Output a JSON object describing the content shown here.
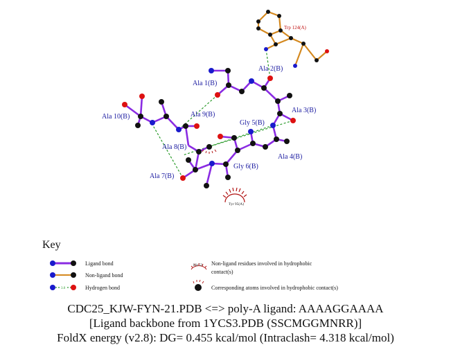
{
  "residue_labels": [
    {
      "id": "ala1",
      "text": "Ala 1(B)"
    },
    {
      "id": "ala2",
      "text": "Ala 2(B)"
    },
    {
      "id": "ala3",
      "text": "Ala 3(B)"
    },
    {
      "id": "ala4",
      "text": "Ala 4(B)"
    },
    {
      "id": "gly5",
      "text": "Gly 5(B)"
    },
    {
      "id": "gly6",
      "text": "Gly 6(B)"
    },
    {
      "id": "ala7",
      "text": "Ala 7(B)"
    },
    {
      "id": "ala8",
      "text": "Ala 8(B)"
    },
    {
      "id": "ala9",
      "text": "Ala 9(B)"
    },
    {
      "id": "ala10",
      "text": "Ala 10(B)"
    }
  ],
  "trp_label": "Trp 124(A)",
  "tyr_label": "Tyr 95(A)",
  "key": {
    "title": "Key",
    "ligand_bond": "Ligand bond",
    "nonligand_bond": "Non-ligand bond",
    "hydrogen_bond": "Hydrogen bond",
    "hbond_distance": "3.0",
    "his_example": "His 53",
    "nonligand_residues_line1": "Non-ligand residues involved in hydrophobic",
    "nonligand_residues_line2": "contact(s)",
    "corresponding_atoms": "Corresponding atoms involved in hydrophobic contact(s)"
  },
  "footer": {
    "line1": "CDC25_KJW-FYN-21.PDB <=> poly-A ligand: AAAAGGAAAA",
    "line2": "[Ligand backbone from 1YCS3.PDB (SSCMGGMNRR)]",
    "line3": "FoldX energy (v2.8): DG= 0.455 kcal/mol (Intraclash= 4.318 kcal/mol)"
  },
  "colors": {
    "ligand_bond": "#8a2be2",
    "nonligand_bond": "#d4881e",
    "hbond": "#2a9a2a",
    "carbon": "#111111",
    "nitrogen": "#1a1acc",
    "oxygen": "#dd1111",
    "hydrophobic": "#b01010"
  }
}
